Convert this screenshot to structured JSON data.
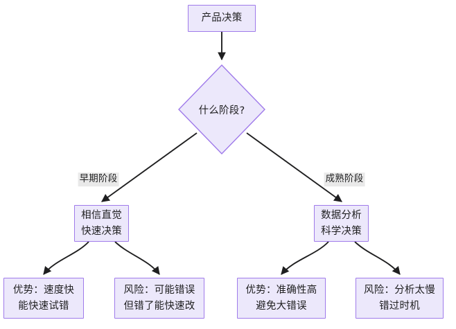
{
  "diagram": {
    "type": "flowchart",
    "title": "产品决策",
    "colors": {
      "node_fill": "#ECE8FB",
      "node_border": "#9F7AEA",
      "edge_stroke": "#1f1f20",
      "edge_label_bg": "#e9e9e9",
      "text": "#1f1f20",
      "background": "#ffffff"
    },
    "nodes": {
      "root": {
        "label": "产品决策",
        "shape": "rect"
      },
      "decision": {
        "label": "什么阶段?",
        "shape": "diamond"
      },
      "early_branch": {
        "line1": "相信直觉",
        "line2": "快速决策",
        "shape": "rect"
      },
      "mature_branch": {
        "line1": "数据分析",
        "line2": "科学决策",
        "shape": "rect"
      },
      "early_pro": {
        "line1": "优势：速度快",
        "line2": "能快速试错",
        "shape": "rect"
      },
      "early_risk": {
        "line1": "风险：可能错误",
        "line2": "但错了能快速改",
        "shape": "rect"
      },
      "mature_pro": {
        "line1": "优势：准确性高",
        "line2": "避免大错误",
        "shape": "rect"
      },
      "mature_risk": {
        "line1": "风险：分析太慢",
        "line2": "错过时机",
        "shape": "rect"
      }
    },
    "edge_labels": {
      "early": "早期阶段",
      "mature": "成熟阶段"
    }
  }
}
